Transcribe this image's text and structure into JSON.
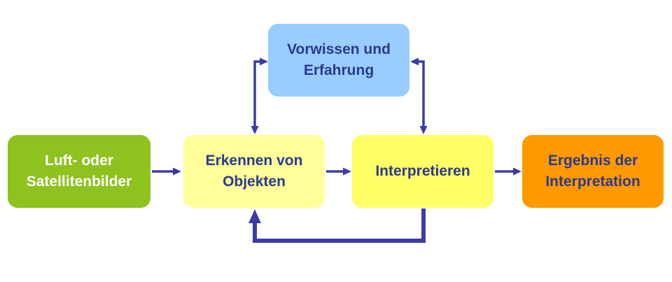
{
  "diagram": {
    "colors": {
      "arrow": "#3c3ca6",
      "text_dark": "#2b3a8f",
      "text_light": "#ffffff"
    },
    "nodes": [
      {
        "id": "input",
        "label": "Luft- oder\nSatellitenbilder",
        "fill": "#8dc21f",
        "text_color": "#ffffff"
      },
      {
        "id": "knowledge",
        "label": "Vorwissen und\nErfahrung",
        "fill": "#99ccff",
        "text_color": "#2b3a8f"
      },
      {
        "id": "recognize",
        "label": "Erkennen von\nObjekten",
        "fill": "#ffff99",
        "text_color": "#2b3a8f"
      },
      {
        "id": "interpret",
        "label": "Interpretieren",
        "fill": "#ffff66",
        "text_color": "#2b3a8f"
      },
      {
        "id": "result",
        "label": "Ergebnis der\nInterpretation",
        "fill": "#ff9900",
        "text_color": "#2b3a8f"
      }
    ],
    "edges": [
      {
        "from": "input",
        "to": "recognize",
        "direction": "forward"
      },
      {
        "from": "recognize",
        "to": "interpret",
        "direction": "forward"
      },
      {
        "from": "interpret",
        "to": "result",
        "direction": "forward"
      },
      {
        "from": "recognize",
        "to": "knowledge",
        "direction": "both"
      },
      {
        "from": "interpret",
        "to": "knowledge",
        "direction": "both"
      },
      {
        "from": "interpret",
        "to": "recognize",
        "direction": "feedback"
      }
    ]
  }
}
